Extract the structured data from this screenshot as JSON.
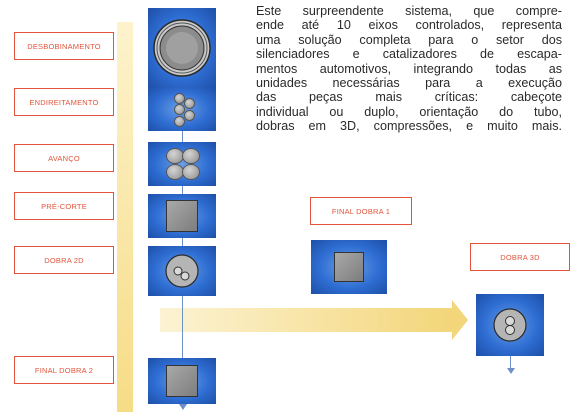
{
  "steps": {
    "desbobinamento": "DESBOBINAMENTO",
    "endireitamento": "ENDIREITAMENTO",
    "avanco": "AVANÇO",
    "pre_corte": "PRÉ-CORTE",
    "dobra_2d": "DOBRA 2D",
    "final_dobra_2": "FINAL DOBRA 2",
    "final_dobra_1": "FINAL DOBRA 1",
    "dobra_3d": "DOBRA 3D"
  },
  "description_lines": [
    "Este surpreendente sistema, que compre-",
    "ende até 10 eixos controlados, representa",
    "uma solução completa para o setor dos",
    "silenciadores e catalizadores de escapa-",
    "mentos automotivos, integrando todas as",
    "unidades necessárias para a execução",
    "das peças mais críticas: cabeçote",
    "individual ou duplo, orientação do tubo,",
    "dobras em 3D, compressões, e muito mais."
  ],
  "colors": {
    "label_border": "#e2553b",
    "tile_blue": "#2f6ed3",
    "flow_bar": "#f6dc86",
    "connector": "#6f8fc8"
  }
}
